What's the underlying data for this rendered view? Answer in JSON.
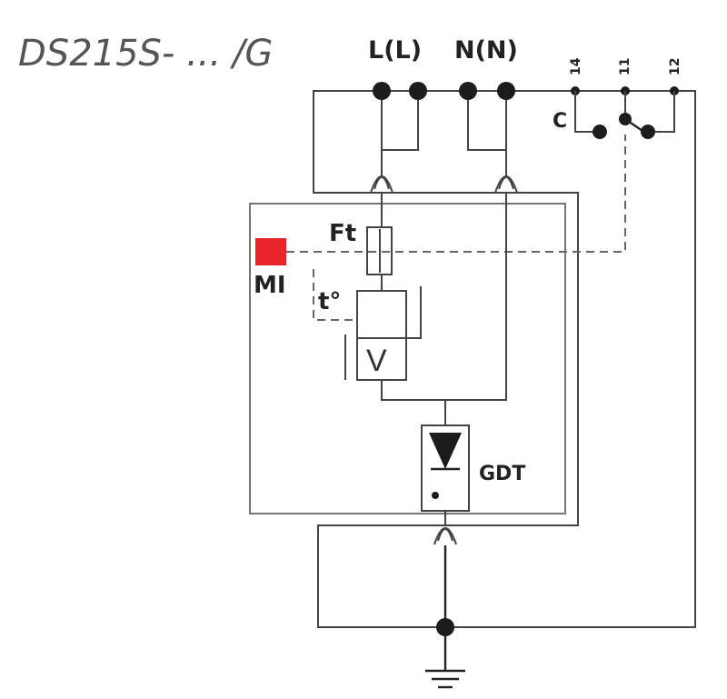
{
  "title": "DS215S- ... /G",
  "terminals": {
    "live": "L(L)",
    "neutral": "N(N)"
  },
  "contacts": {
    "c_label": "C",
    "pin_14": "14",
    "pin_11": "11",
    "pin_12": "12"
  },
  "components": {
    "fuse": "Ft",
    "thermal": "t°",
    "mi": "MI",
    "varistor": "V",
    "gdt": "GDT"
  },
  "colors": {
    "indicator": "#e8232a",
    "wire": "#444444",
    "node": "#1c1c1c"
  }
}
